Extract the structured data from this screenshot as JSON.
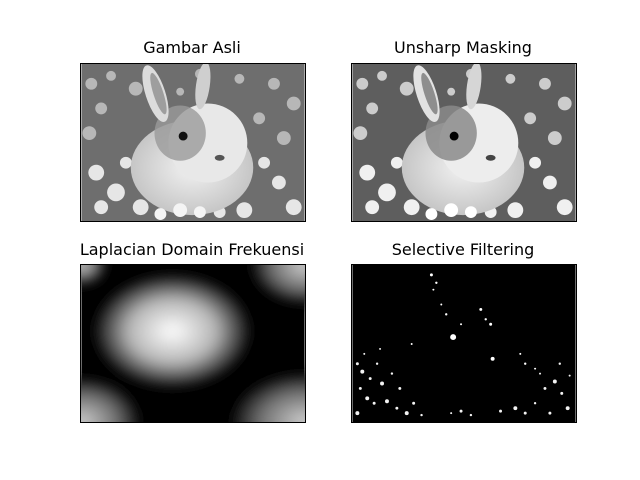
{
  "panels": [
    {
      "title": "Gambar Asli",
      "image": "grayscale-rabbit-in-flowers"
    },
    {
      "title": "Unsharp Masking",
      "image": "sharpened-grayscale-rabbit-in-flowers"
    },
    {
      "title": "Laplacian Domain Frekuensi",
      "image": "frequency-domain-laplacian-filter"
    },
    {
      "title": "Selective Filtering",
      "image": "thresholded-edge-map"
    }
  ]
}
